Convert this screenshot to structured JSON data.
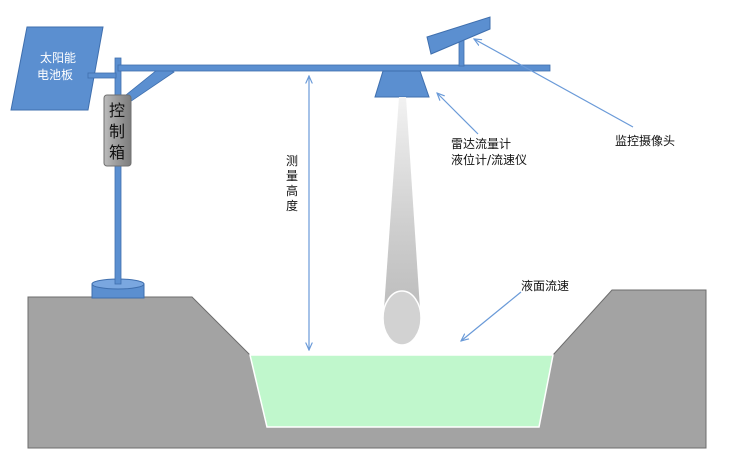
{
  "labels": {
    "solar_panel_line1": "太阳能",
    "solar_panel_line2": "电池板",
    "control_box_c1": "控",
    "control_box_c2": "制",
    "control_box_c3": "箱",
    "height_c1": "测",
    "height_c2": "量",
    "height_c3": "高",
    "height_c4": "度",
    "radar_line1": "雷达流量计",
    "radar_line2": "液位计/流速仪",
    "camera": "监控摄像头",
    "surface_speed": "液面流速"
  },
  "colors": {
    "structure_blue": "#5b8fd0",
    "structure_edge": "#3f6fae",
    "ground_gray": "#a3a3a3",
    "ground_edge": "#6d6d6d",
    "water_green": "#c0f7cc",
    "arrow_blue": "#6a9ad8",
    "control_box_gray": "#9a9a9a"
  }
}
